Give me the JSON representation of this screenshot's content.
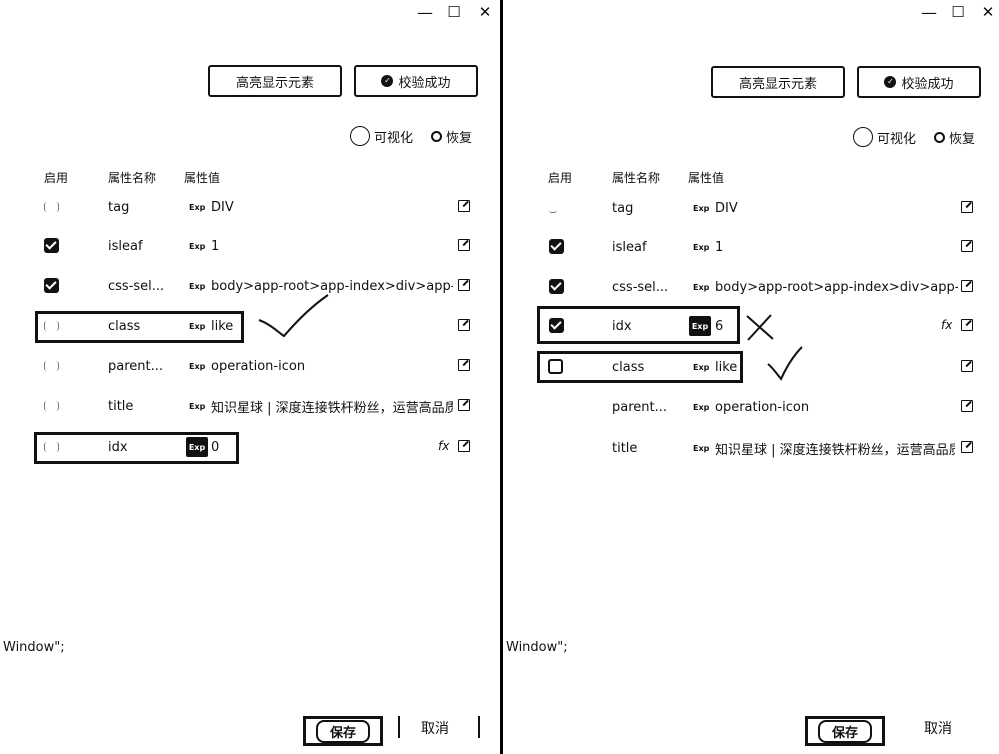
{
  "window_controls": {
    "minimize": "—",
    "maximize": "☐",
    "close": "✕"
  },
  "toolbar": {
    "highlight_label": "高亮显示元素",
    "validate_label": "校验成功"
  },
  "mode": {
    "visual_label": "可视化",
    "restore_label": "恢复"
  },
  "headers": {
    "enable": "启用",
    "attr_name": "属性名称",
    "attr_value": "属性值"
  },
  "exp_badge": "Exp",
  "left": {
    "rows": [
      {
        "name": "tag",
        "value": "DIV",
        "checked": "ghost"
      },
      {
        "name": "isleaf",
        "value": "1",
        "checked": "on"
      },
      {
        "name": "css-sel...",
        "value": "body>app-root>app-index>div>app-to...",
        "checked": "on"
      },
      {
        "name": "class",
        "value": "like",
        "checked": "ghost"
      },
      {
        "name": "parent...",
        "value": "operation-icon",
        "checked": "ghost"
      },
      {
        "name": "title",
        "value": "知识星球 | 深度连接铁杆粉丝，运营高品质...",
        "checked": "ghost"
      },
      {
        "name": "idx",
        "value": "0",
        "checked": "ghost"
      }
    ],
    "footer_text": "Window\";"
  },
  "right": {
    "rows": [
      {
        "name": "tag",
        "value": "DIV",
        "checked": "ghost"
      },
      {
        "name": "isleaf",
        "value": "1",
        "checked": "on"
      },
      {
        "name": "css-sel...",
        "value": "body>app-root>app-index>div>app-to...",
        "checked": "on"
      },
      {
        "name": "idx",
        "value": "6",
        "checked": "on"
      },
      {
        "name": "class",
        "value": "like",
        "checked": "off"
      },
      {
        "name": "parent...",
        "value": "operation-icon",
        "checked": "none"
      },
      {
        "name": "title",
        "value": "知识星球 | 深度连接铁杆粉丝，运营高品质...",
        "checked": "none"
      }
    ],
    "footer_text": "Window\";"
  },
  "actions": {
    "save_label": "保存",
    "cancel_label": "取消"
  }
}
